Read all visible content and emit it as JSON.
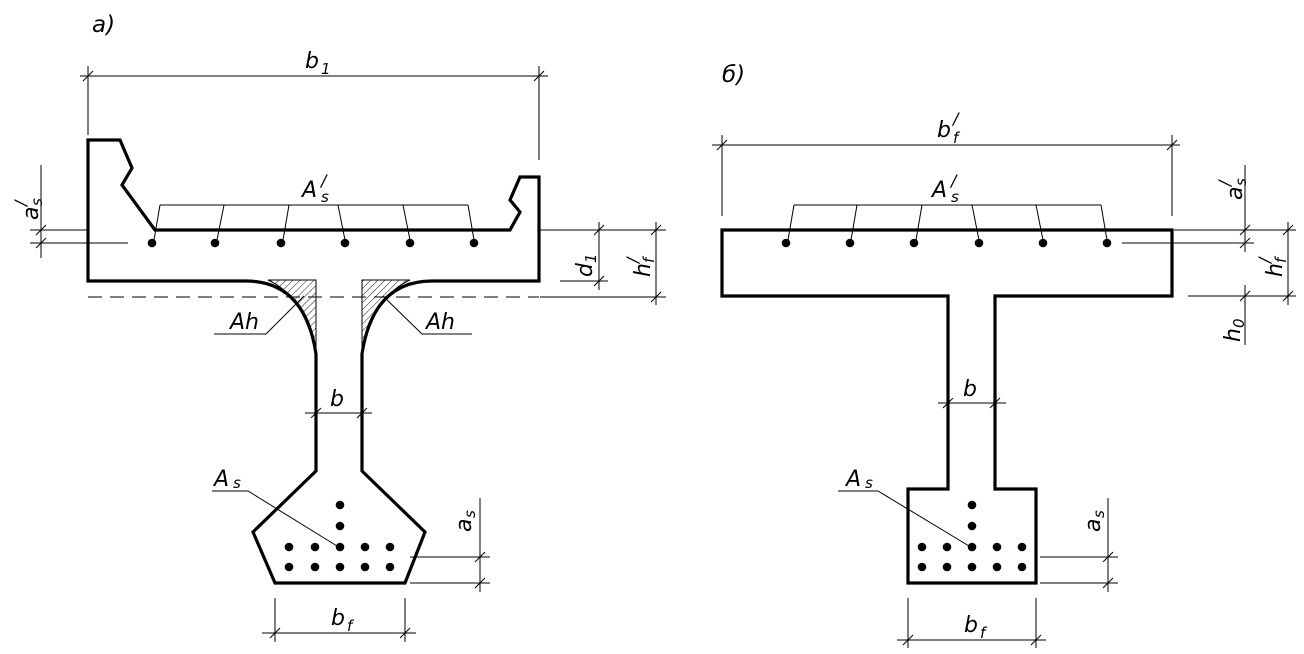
{
  "figure_a": {
    "title": "а)",
    "dims": {
      "b1": {
        "main": "b",
        "sub": "1"
      },
      "as_top": {
        "main": "a",
        "sub": "s",
        "prime": "/"
      },
      "d1": {
        "main": "d",
        "sub": "1"
      },
      "hf": {
        "main": "h",
        "sub": "f",
        "prime": "/"
      },
      "b": {
        "main": "b"
      },
      "bf": {
        "main": "b",
        "sub": "f"
      },
      "as_bot": {
        "main": "a",
        "sub": "s"
      }
    },
    "labels": {
      "As_prime": {
        "main": "A",
        "sub": "s",
        "prime": "/"
      },
      "Ah_left": "Ah",
      "Ah_right": "Ah",
      "As": {
        "main": "A",
        "sub": "s"
      }
    }
  },
  "figure_b": {
    "title": "б)",
    "dims": {
      "bf_prime": {
        "main": "b",
        "sub": "f",
        "prime": "/"
      },
      "as_top": {
        "main": "a",
        "sub": "s",
        "prime": "/"
      },
      "hf": {
        "main": "h",
        "sub": "f",
        "prime": "/"
      },
      "h0": {
        "main": "h",
        "sub": "0"
      },
      "b": {
        "main": "b"
      },
      "bf": {
        "main": "b",
        "sub": "f"
      },
      "as_bot": {
        "main": "a",
        "sub": "s"
      }
    },
    "labels": {
      "As_prime": {
        "main": "A",
        "sub": "s",
        "prime": "/"
      },
      "As": {
        "main": "A",
        "sub": "s"
      }
    }
  }
}
